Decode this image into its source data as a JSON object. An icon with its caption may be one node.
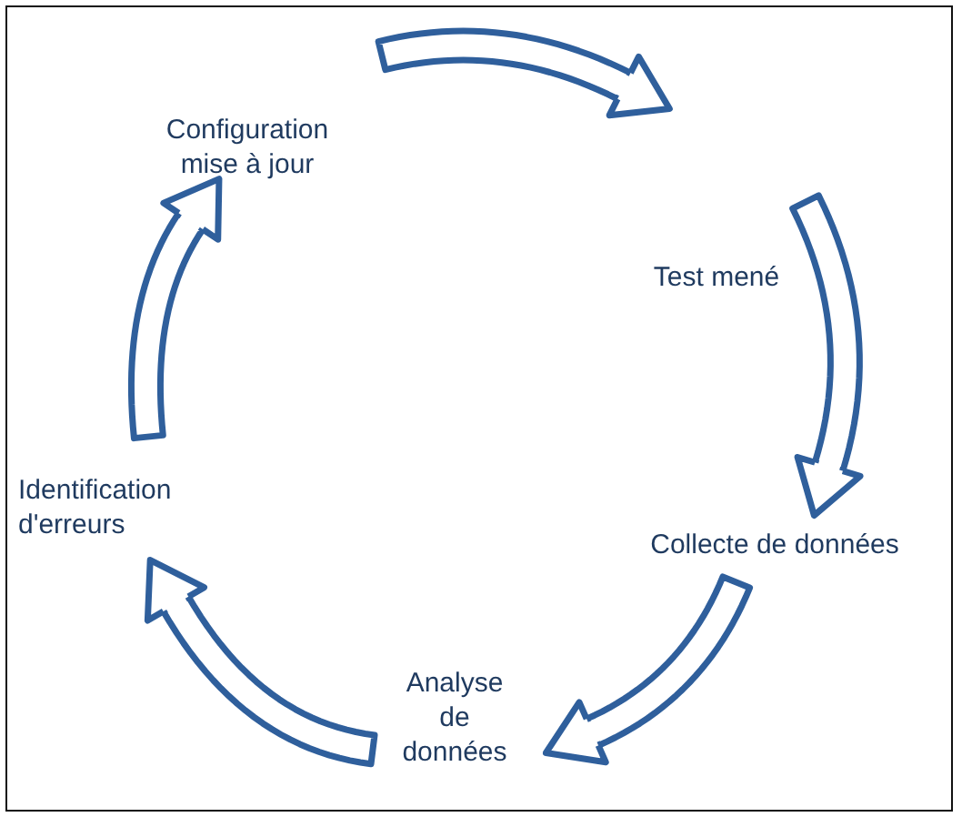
{
  "diagram": {
    "nodes": [
      {
        "text": [
          "Configuration mise à jour"
        ]
      },
      {
        "text": [
          "Test mené"
        ]
      },
      {
        "text": [
          "Collecte de données"
        ]
      },
      {
        "text": [
          "Analyse de données"
        ]
      },
      {
        "text": [
          "Identification d'erreurs"
        ]
      }
    ],
    "edges": [
      {
        "from": 0,
        "to": 1,
        "arrow": "to"
      },
      {
        "from": 1,
        "to": 2,
        "arrow": "to"
      },
      {
        "from": 2,
        "to": 3,
        "arrow": "to"
      },
      {
        "from": 3,
        "to": 4,
        "arrow": "to"
      },
      {
        "from": 4,
        "to": 0,
        "arrow": "to"
      }
    ]
  }
}
